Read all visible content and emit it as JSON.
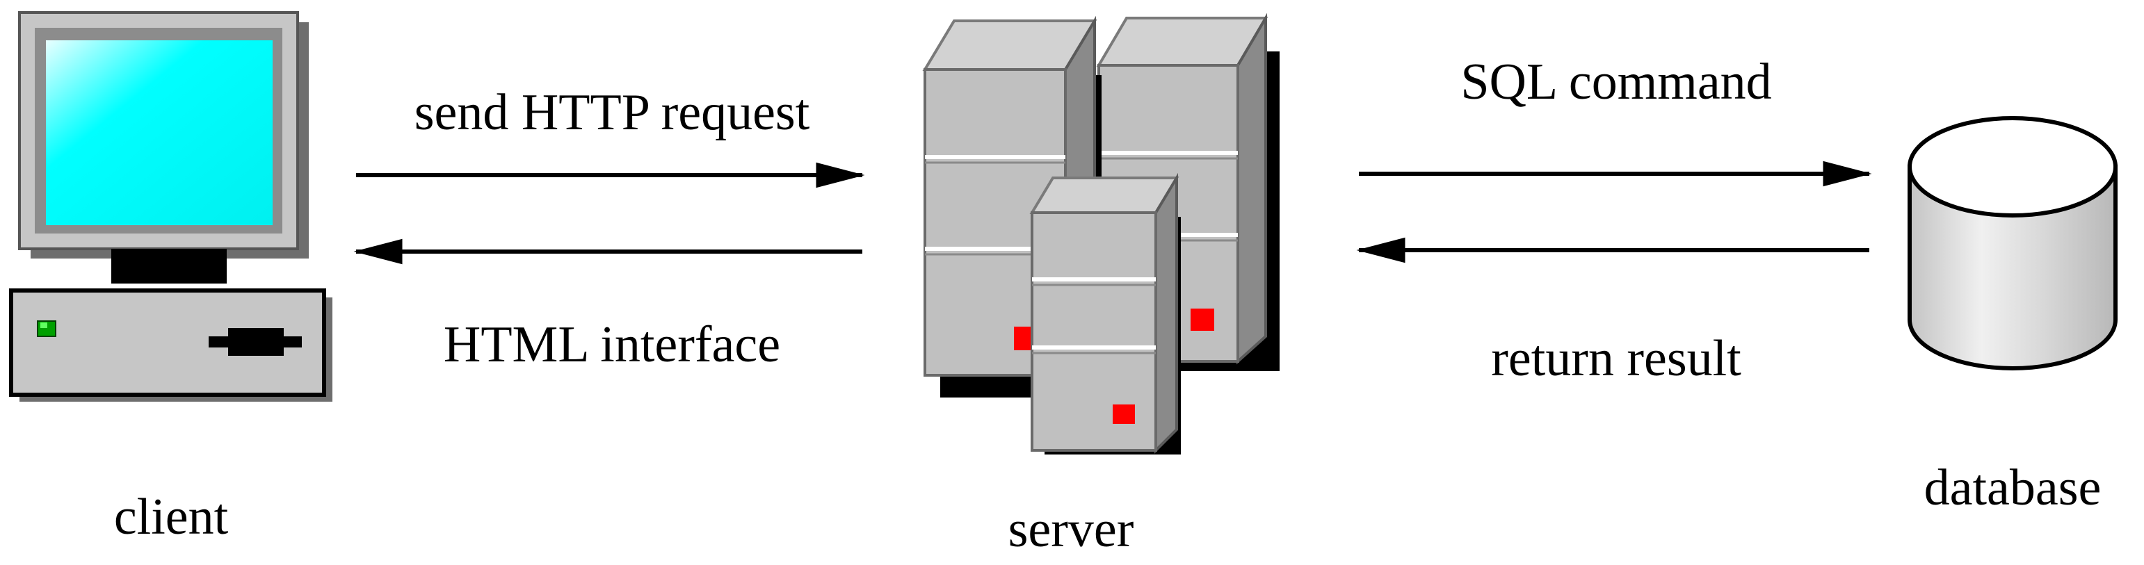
{
  "nodes": {
    "client": {
      "label": "client"
    },
    "server": {
      "label": "server"
    },
    "database": {
      "label": "database"
    }
  },
  "edges": {
    "send_request": {
      "label": "send HTTP request",
      "direction": "client-to-server"
    },
    "html_interface": {
      "label": "HTML interface",
      "direction": "server-to-client"
    },
    "sql_command": {
      "label": "SQL command",
      "direction": "server-to-database"
    },
    "return_result": {
      "label": "return result",
      "direction": "database-to-server"
    }
  },
  "colors": {
    "monitor_screen": "#00FFFF",
    "device_gray": "#C0C0C0",
    "server_led": "#FF0000",
    "client_led": "#00A000",
    "line": "#000000"
  },
  "icons": {
    "client": "desktop-computer-icon",
    "server": "server-rack-icon",
    "database": "database-cylinder-icon"
  }
}
